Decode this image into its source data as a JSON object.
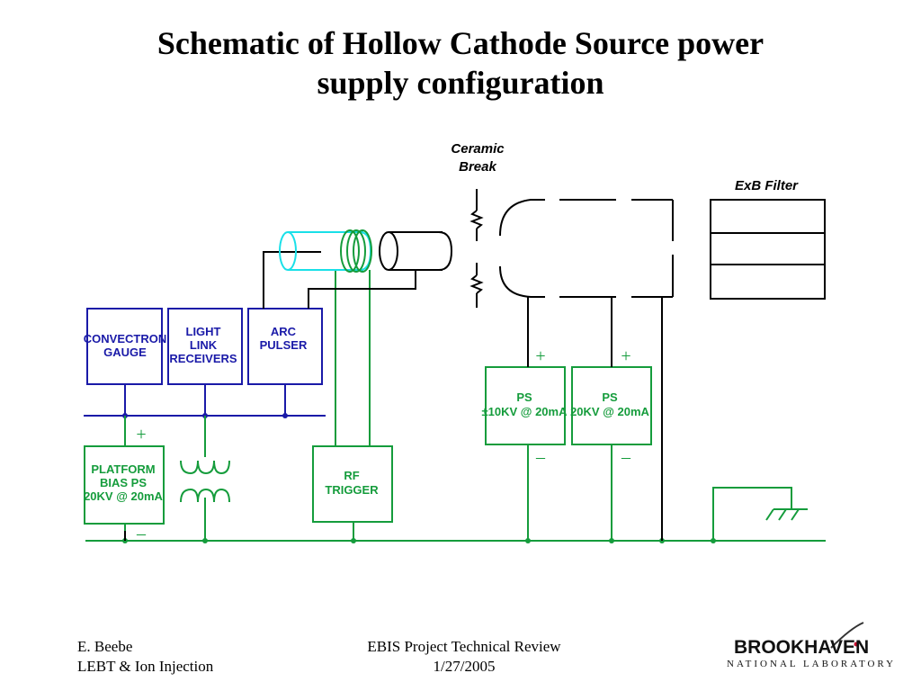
{
  "title": {
    "line1": "Schematic of Hollow Cathode Source power",
    "line2": "supply configuration"
  },
  "diagram": {
    "ceramic_break": {
      "line1": "Ceramic",
      "line2": "Break"
    },
    "exb_filter": "ExB Filter",
    "convectron": {
      "line1": "CONVECTRON",
      "line2": "GAUGE"
    },
    "light_link": {
      "line1": "LIGHT",
      "line2": "LINK",
      "line3": "RECEIVERS"
    },
    "arc_pulser": {
      "line1": "ARC",
      "line2": "PULSER"
    },
    "platform_bias": {
      "line1": "PLATFORM",
      "line2": "BIAS PS",
      "line3": "20KV @ 20mA"
    },
    "rf_trigger": {
      "line1": "RF",
      "line2": "TRIGGER"
    },
    "ps1": {
      "line1": "PS",
      "line2": "±10KV @ 20mA"
    },
    "ps2": {
      "line1": "PS",
      "line2": "20KV @ 20mA"
    },
    "plus": "+",
    "minus": "–"
  },
  "colors": {
    "blue": "#1a1aa8",
    "green": "#159c3c",
    "cyan": "#19e0e8",
    "black": "#000000"
  },
  "footer": {
    "author": "E. Beebe",
    "topic": "LEBT & Ion Injection",
    "event": "EBIS Project Technical Review",
    "date": "1/27/2005"
  },
  "logo": {
    "name": "BROOKHAVEN",
    "subtitle": "NATIONAL LABORATORY"
  }
}
